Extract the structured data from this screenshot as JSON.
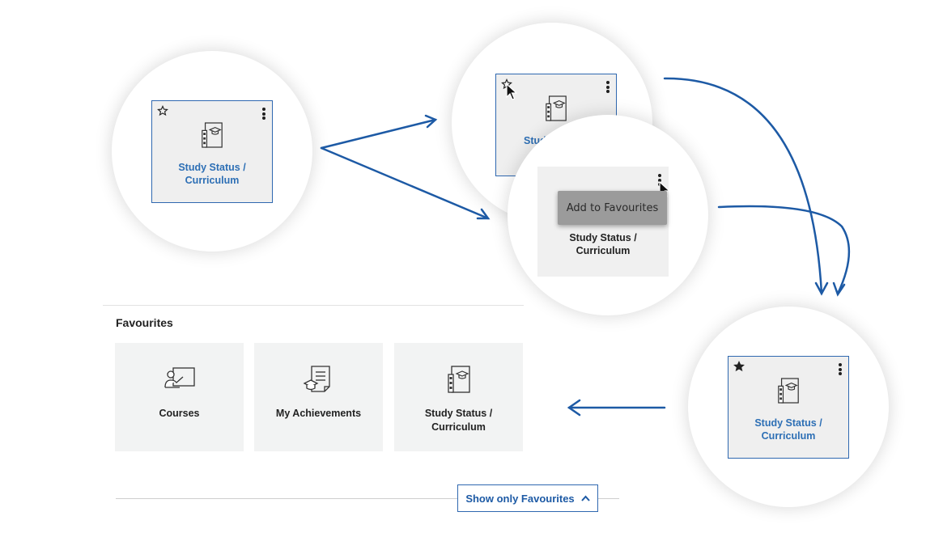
{
  "step1": {
    "label": "Study Status / Curriculum"
  },
  "step2": {
    "label": "Stud"
  },
  "step3": {
    "menu_item": "Add to Favourites",
    "label_line1": "Study Status /",
    "label_line2": "Curriculum"
  },
  "step4": {
    "label_line1": "Study Status /",
    "label_line2": "Curriculum"
  },
  "favourites": {
    "title": "Favourites",
    "cards": [
      {
        "label_line1": "Courses",
        "label_line2": ""
      },
      {
        "label_line1": "My Achievements",
        "label_line2": ""
      },
      {
        "label_line1": "Study Status /",
        "label_line2": "Curriculum"
      }
    ]
  },
  "show_button": {
    "label": "Show only Favourites"
  },
  "colors": {
    "accent": "#1d5aa5",
    "tile_bg": "#efefef",
    "card_bg": "#f2f3f3"
  }
}
